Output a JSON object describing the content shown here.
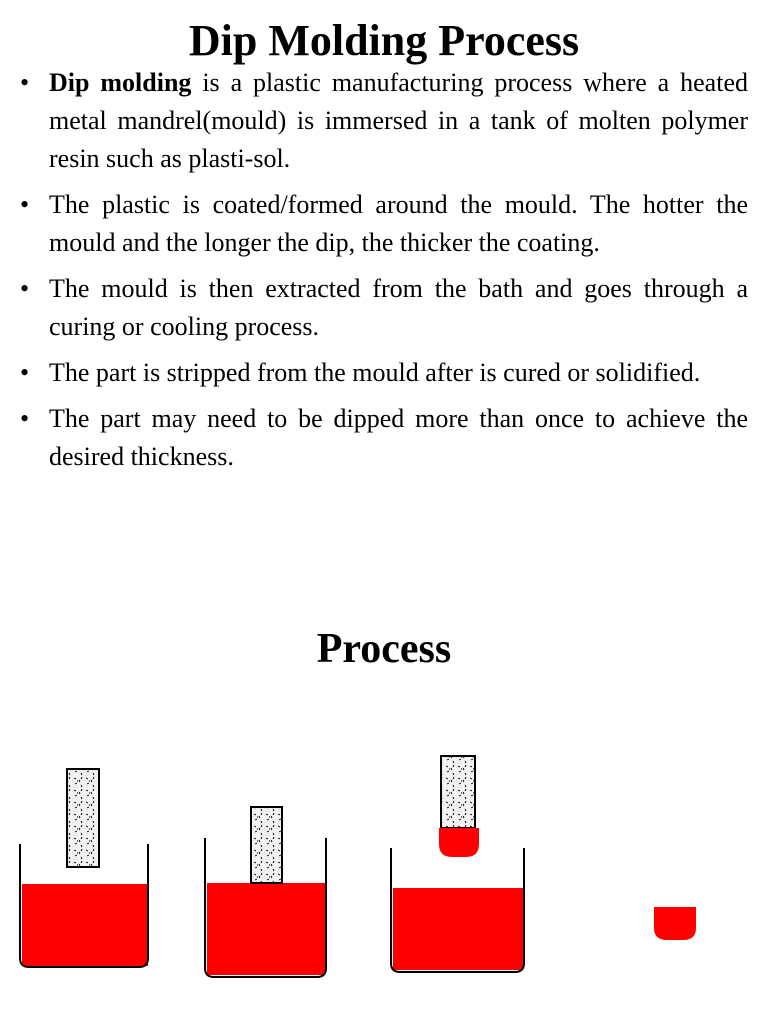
{
  "title": "Dip Molding Process",
  "bullets": [
    {
      "lead": "Dip molding",
      "text": " is a plastic manufacturing process where a heated metal mandrel(mould) is immersed in a tank of molten polymer resin such as plasti-sol."
    },
    {
      "lead": "",
      "text": "The plastic is coated/formed around the mould. The hotter the mould and the longer the dip, the thicker the coating."
    },
    {
      "lead": "",
      "text": "The mould is then extracted from the bath and goes through a curing or cooling process."
    },
    {
      "lead": "",
      "text": "The part is stripped from the mould after is cured or solidified."
    },
    {
      "lead": "",
      "text": " The part may need to be dipped more than once to achieve the desired thickness."
    }
  ],
  "bullet_glyph": "•",
  "section_title": "Process",
  "colors": {
    "resin": "#ff0000",
    "mould_fill": "#f2f2f2",
    "outline": "#000000"
  }
}
